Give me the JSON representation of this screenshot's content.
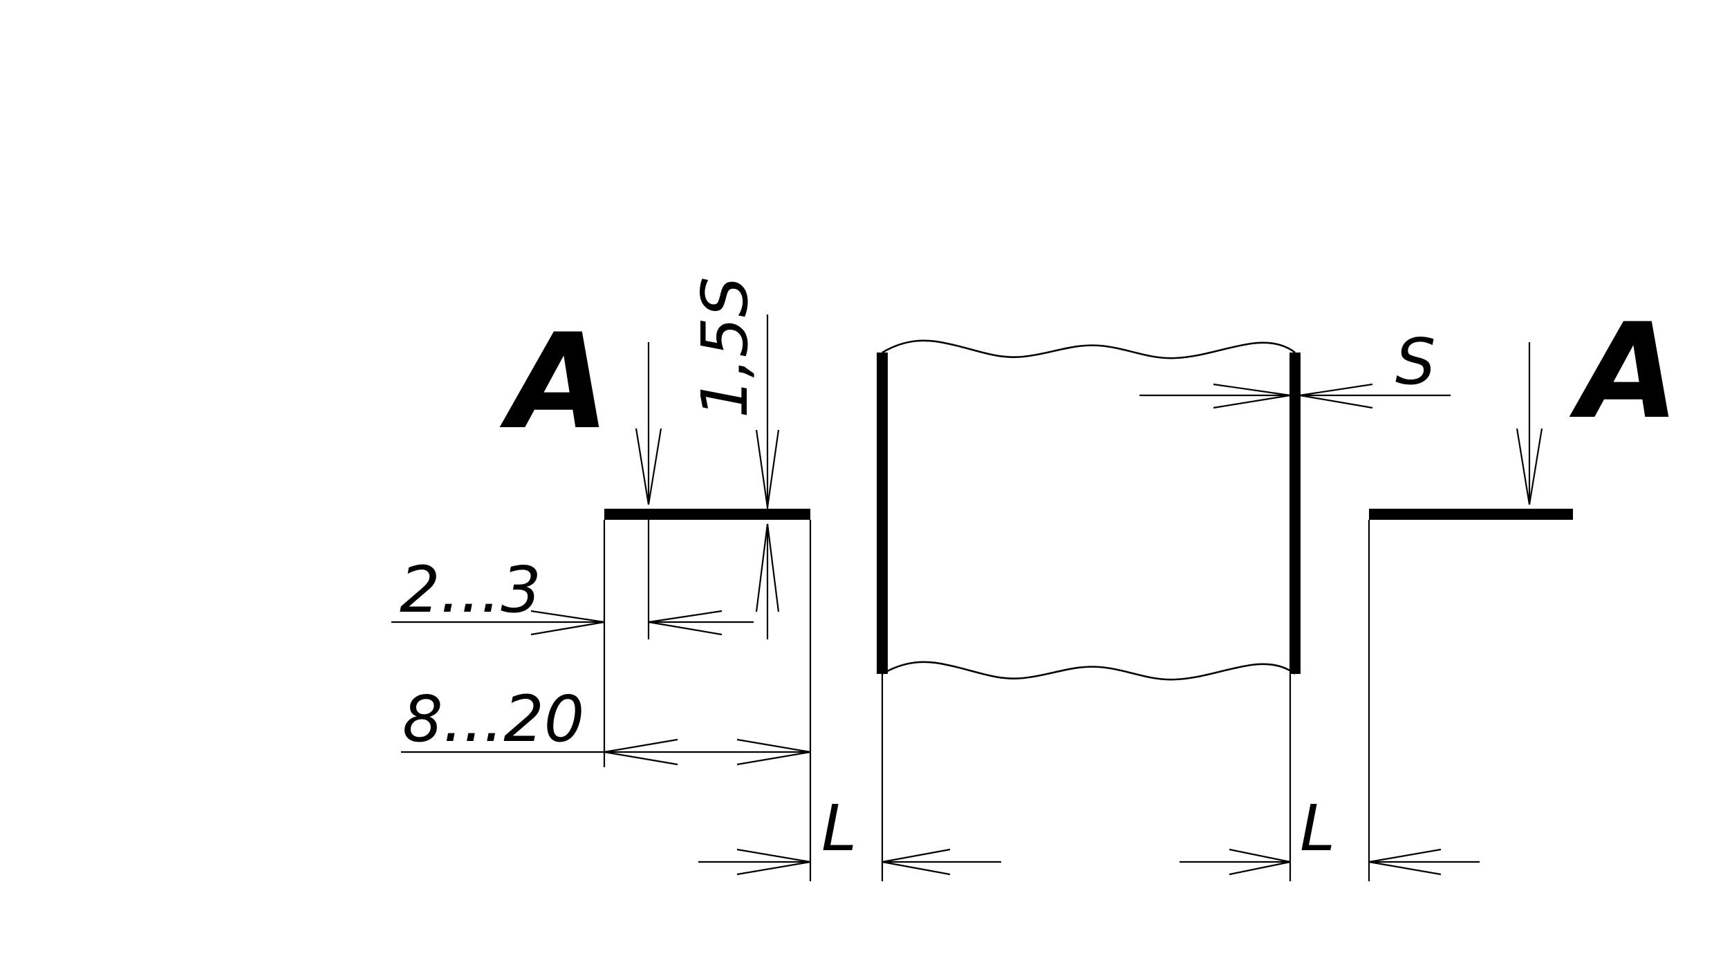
{
  "section_marks": {
    "left": "A",
    "right": "A"
  },
  "dimensions": {
    "offset": "2...3",
    "tab_length": "8...20",
    "thickness_factor": "1,5S",
    "wall_thickness": "S",
    "gap_left": "L",
    "gap_right": "L"
  },
  "colors": {
    "line": "#000000",
    "background": "#ffffff"
  }
}
